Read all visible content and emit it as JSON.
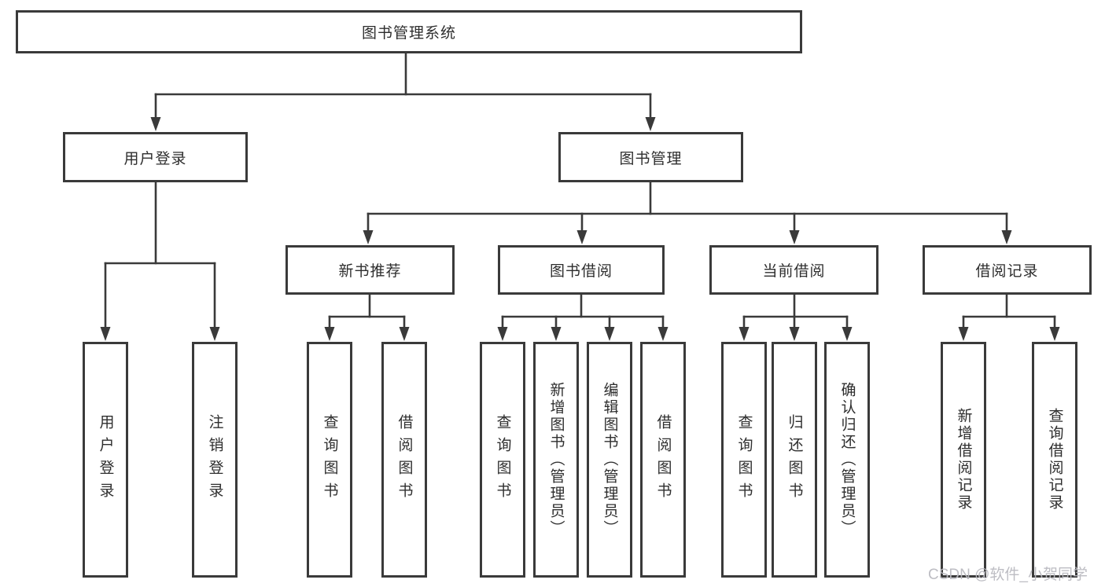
{
  "diagram": {
    "title": "图书管理系统",
    "watermark": "CSDN @软件_小贺同学",
    "colors": {
      "line": "#3a3a3a",
      "background": "#ffffff",
      "watermark": "#b9b9c0"
    },
    "nodes": {
      "root": {
        "label": "图书管理系统"
      },
      "level2": [
        {
          "id": "user-login",
          "label": "用户登录"
        },
        {
          "id": "book-management",
          "label": "图书管理"
        }
      ],
      "level3": [
        {
          "id": "new-book-recommend",
          "label": "新书推荐",
          "parent": "图书管理"
        },
        {
          "id": "book-borrow",
          "label": "图书借阅",
          "parent": "图书管理"
        },
        {
          "id": "current-borrow",
          "label": "当前借阅",
          "parent": "图书管理"
        },
        {
          "id": "borrow-records",
          "label": "借阅记录",
          "parent": "图书管理"
        }
      ],
      "leaves": [
        {
          "id": "leaf-user-login",
          "label": "用户登录",
          "parent": "用户登录"
        },
        {
          "id": "leaf-logout",
          "label": "注销登录",
          "parent": "用户登录"
        },
        {
          "id": "leaf-query-books-1",
          "label": "查询图书",
          "parent": "新书推荐"
        },
        {
          "id": "leaf-borrow-books-1",
          "label": "借阅图书",
          "parent": "新书推荐"
        },
        {
          "id": "leaf-query-books-2",
          "label": "查询图书",
          "parent": "图书借阅"
        },
        {
          "id": "leaf-add-book-admin",
          "label": "新增图书（管理员）",
          "parent": "图书借阅"
        },
        {
          "id": "leaf-edit-book-admin",
          "label": "编辑图书（管理员）",
          "parent": "图书借阅"
        },
        {
          "id": "leaf-borrow-books-2",
          "label": "借阅图书",
          "parent": "图书借阅"
        },
        {
          "id": "leaf-query-books-3",
          "label": "查询图书",
          "parent": "当前借阅"
        },
        {
          "id": "leaf-return-book",
          "label": "归还图书",
          "parent": "当前借阅"
        },
        {
          "id": "leaf-confirm-return-admin",
          "label": "确认归还（管理员）",
          "parent": "当前借阅"
        },
        {
          "id": "leaf-add-borrow-record",
          "label": "新增借阅记录",
          "parent": "借阅记录"
        },
        {
          "id": "leaf-query-borrow-record",
          "label": "查询借阅记录",
          "parent": "借阅记录"
        }
      ]
    }
  }
}
